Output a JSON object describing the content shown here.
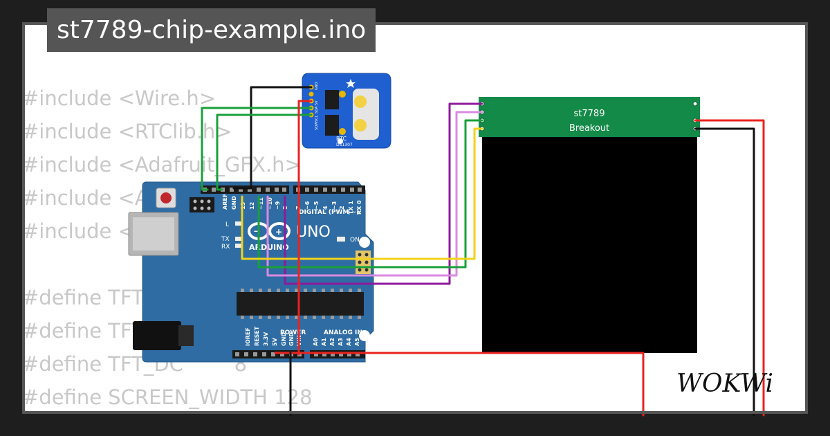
{
  "window": {
    "title": "st7789-chip-example.ino"
  },
  "code": {
    "lines": [
      "#include <Wire.h>",
      "#include <RTClib.h>",
      "#include <Adafruit_GFX.h>",
      "#include <Adafruit_ST7789.h>",
      "#include <SPI.h>",
      "",
      "#define TFT_CS       10",
      "#define TFT_RST       9",
      "#define TFT_DC        8",
      "#define SCREEN_WIDTH 128"
    ]
  },
  "arduino": {
    "brand": "ARDUINO",
    "model": "UNO",
    "digital_header": "DIGITAL (PWM ~)",
    "power_header": "POWER",
    "analog_header": "ANALOG IN",
    "on_label": "ON",
    "led_l": "L",
    "led_tx": "TX",
    "led_rx": "RX",
    "aref": "AREF",
    "gnd": "GND",
    "pin13": "13",
    "pin12": "12",
    "pin11": "~11",
    "pin10": "~10",
    "pin9": "~9",
    "pin8": "8",
    "pin7": "7",
    "pin6": "~6",
    "pin5": "~5",
    "pin4": "4",
    "pin3": "~3",
    "pin2": "2",
    "pin1": "TX 1",
    "pin0": "RX 0",
    "ioref": "IOREF",
    "reset": "RESET",
    "v33": "3.3V",
    "v5": "5V",
    "gnd1": "GND",
    "gnd2": "GND",
    "vin": "VIN",
    "a0": "A0",
    "a1": "A1",
    "a2": "A2",
    "a3": "A3",
    "a4": "A4",
    "a5": "A5"
  },
  "rtc": {
    "label": "RTC",
    "chip": "DS1307",
    "pin_gnd": "GND",
    "pin_5v": "5V",
    "pin_sda": "SDA",
    "pin_scl": "SCL",
    "pin_sqw": "SQW"
  },
  "display": {
    "line1": "st7789",
    "line2": "Breakout"
  },
  "logo": {
    "text": "WOKWi"
  },
  "colors": {
    "board_blue": "#2f6ca3",
    "rtc_blue": "#1f5fcf",
    "pcb_green": "#138a47",
    "wire_red": "#e8231f",
    "wire_green": "#18a03a",
    "wire_purple": "#8e1a9c",
    "wire_pink": "#d98ae0",
    "wire_yellow": "#f2d21a",
    "wire_black": "#111111"
  }
}
